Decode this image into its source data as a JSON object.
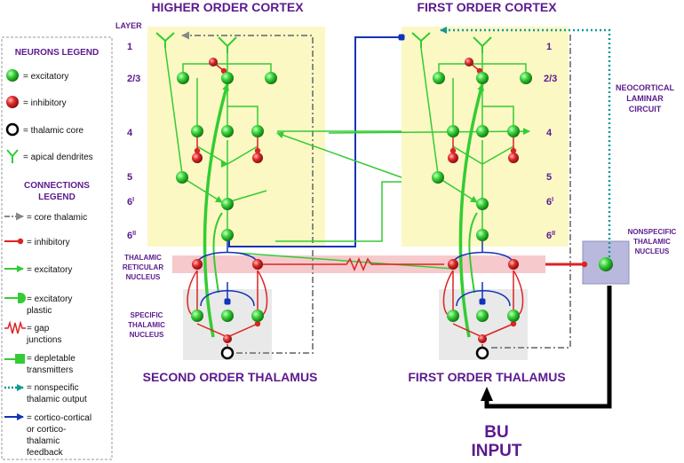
{
  "titles": {
    "higher_cortex": "HIGHER ORDER CORTEX",
    "first_cortex": "FIRST ORDER CORTEX",
    "second_thalamus": "SECOND ORDER THALAMUS",
    "first_thalamus": "FIRST ORDER THALAMUS"
  },
  "layers": {
    "header": "LAYER",
    "l1": "1",
    "l23": "2/3",
    "l4": "4",
    "l5": "5",
    "l6i_base": "6",
    "l6i_sup": "I",
    "l6ii_base": "6",
    "l6ii_sup": "II"
  },
  "labels": {
    "neocortical_line1": "NEOCORTICAL",
    "neocortical_line2": "LAMINAR",
    "neocortical_line3": "CIRCUIT",
    "nonspecific_line1": "NONSPECIFIC",
    "nonspecific_line2": "THALAMIC",
    "nonspecific_line3": "NUCLEUS",
    "reticular_line1": "THALAMIC",
    "reticular_line2": "RETICULAR",
    "reticular_line3": "NUCLEUS",
    "specific_line1": "SPECIFIC",
    "specific_line2": "THALAMIC",
    "specific_line3": "NUCLEUS",
    "bu_line1": "BU",
    "bu_line2": "INPUT"
  },
  "neurons_legend": {
    "title": "NEURONS LEGEND",
    "items": [
      {
        "icon": "excitatory-neuron-icon",
        "text": "= excitatory"
      },
      {
        "icon": "inhibitory-neuron-icon",
        "text": "= inhibitory"
      },
      {
        "icon": "thalamic-core-icon",
        "text": "= thalamic core"
      },
      {
        "icon": "apical-dendrites-icon",
        "text": "= apical dendrites"
      }
    ]
  },
  "connections_legend": {
    "title_line1": "CONNECTIONS",
    "title_line2": "LEGEND",
    "items": [
      {
        "icon": "core-thalamic-arrow-icon",
        "lines": [
          "= core thalamic"
        ]
      },
      {
        "icon": "inhibitory-connection-icon",
        "lines": [
          "= inhibitory"
        ]
      },
      {
        "icon": "excitatory-arrow-icon",
        "lines": [
          "= excitatory"
        ]
      },
      {
        "icon": "excitatory-plastic-icon",
        "lines": [
          "= excitatory",
          "plastic"
        ]
      },
      {
        "icon": "gap-junction-icon",
        "lines": [
          "= gap",
          "junctions"
        ]
      },
      {
        "icon": "depletable-transmitter-icon",
        "lines": [
          "= depletable",
          "transmitters"
        ]
      },
      {
        "icon": "nonspecific-output-icon",
        "lines": [
          "= nonspecific",
          "thalamic output"
        ]
      },
      {
        "icon": "cortico-feedback-arrow-icon",
        "lines": [
          "= cortico-cortical",
          "or cortico-",
          "thalamic",
          "feedback"
        ]
      }
    ]
  },
  "colors": {
    "excitatory": "#33cc33",
    "inhibitory": "#dd2222",
    "feedback": "#1133bb",
    "core": "#888888",
    "nonspecific": "#119999",
    "cortex_bg": "#fbf8c4",
    "reticular_bg": "#f6c9cc",
    "thalamus_bg": "#e9e9e9",
    "nonspecific_box": "#b9b9dd",
    "title": "#5b1a8e"
  }
}
